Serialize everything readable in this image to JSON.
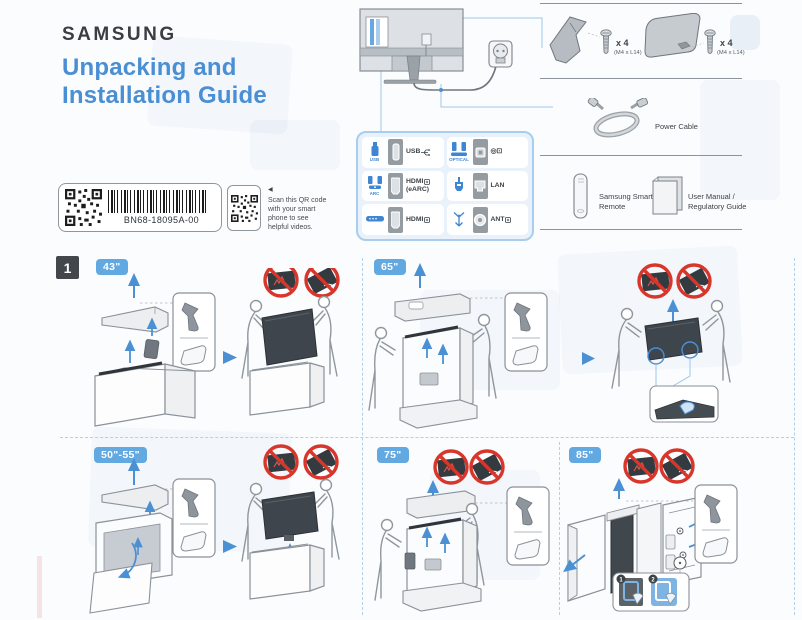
{
  "header": {
    "brand": "SAMSUNG",
    "title_line1": "Unpacking and",
    "title_line2": "Installation Guide"
  },
  "label_area": {
    "part_number": "BN68-18095A-00",
    "qr_note_marker": "◀",
    "qr_note_line1": "Scan this QR code",
    "qr_note_line2": "with your smart",
    "qr_note_line3": "phone to see",
    "qr_note_line4": "helpful videos."
  },
  "ports_panel": {
    "cells": [
      {
        "caption": "USB",
        "label_line1": "USB",
        "label_line2": ""
      },
      {
        "caption": "OPTICAL",
        "label_line1": "◎⊡",
        "label_line2": ""
      },
      {
        "caption": "ARC",
        "label_line1": "HDMI",
        "label_line2": "(eARC)"
      },
      {
        "caption": "",
        "label_line1": "LAN",
        "label_line2": ""
      },
      {
        "caption": "",
        "label_line1": "HDMI",
        "label_line2": ""
      },
      {
        "caption": "",
        "label_line1": "ANT",
        "label_line2": ""
      }
    ]
  },
  "accessories": {
    "stand_neck_screw": {
      "qty": "x 4",
      "size": "(M4 x L14)"
    },
    "stand_base_screw": {
      "qty": "x 4",
      "size": "(M4 x L14)"
    },
    "power_cable_label": "Power Cable",
    "remote_line1": "Samsung Smart",
    "remote_line2": "Remote",
    "manual_line1": "User Manual /",
    "manual_line2": "Regulatory Guide"
  },
  "section1": {
    "step": "1",
    "panels": [
      {
        "size": "43\""
      },
      {
        "size": "65\""
      },
      {
        "size": "50\"-55\""
      },
      {
        "size": "75\""
      },
      {
        "size": "85\""
      }
    ],
    "callout_steps": [
      "1",
      "2"
    ]
  },
  "colors": {
    "accent_blue": "#4a8fd4",
    "badge_blue": "#63a9e1",
    "prohibit_red": "#d8352b",
    "logo_gray": "#3a3e43"
  }
}
